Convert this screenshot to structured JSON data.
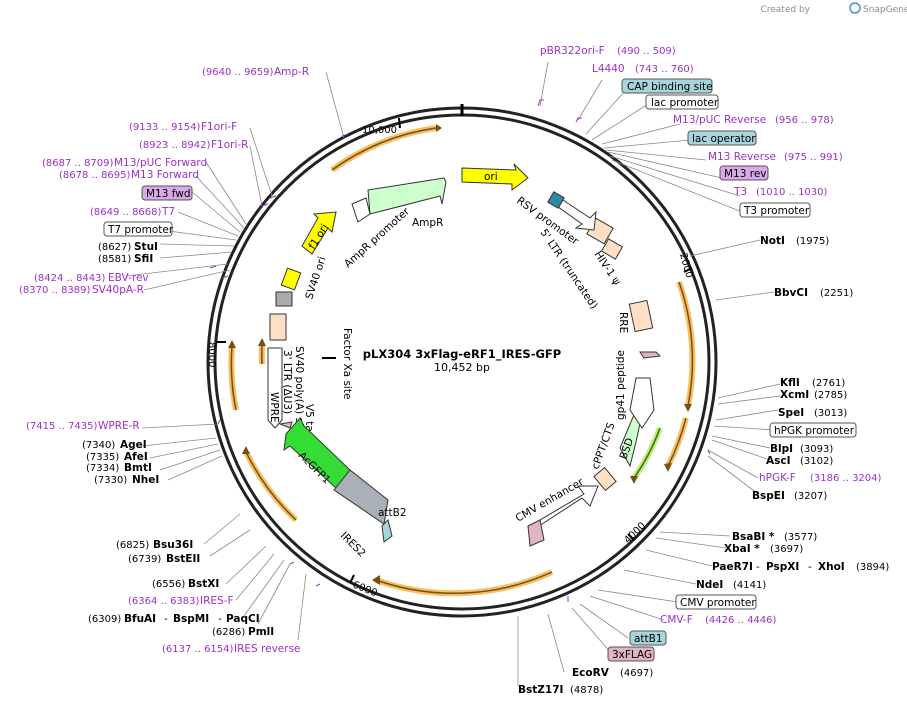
{
  "watermark": {
    "prefix": "Created by",
    "brand": "SnapGene"
  },
  "plasmid": {
    "name": "pLX304 3xFlag-eRF1_IRES-GFP",
    "length": "10,452 bp"
  },
  "ticks": [
    "10,000",
    "2000",
    "4000",
    "6000",
    "8000"
  ],
  "sites": [
    {
      "name": "NotI",
      "pos": "(1975)"
    },
    {
      "name": "BbvCI",
      "pos": "(2251)"
    },
    {
      "name": "KflI",
      "pos": "(2761)"
    },
    {
      "name": "XcmI",
      "pos": "(2785)"
    },
    {
      "name": "SpeI",
      "pos": "(3013)"
    },
    {
      "name": "BlpI",
      "pos": "(3093)"
    },
    {
      "name": "AscI",
      "pos": "(3102)"
    },
    {
      "name": "BspEI",
      "pos": "(3207)"
    },
    {
      "name": "BsaBI *",
      "pos": "(3577)"
    },
    {
      "name": "XbaI *",
      "pos": "(3697)"
    },
    {
      "name": "PaeR7I",
      "pos": ""
    },
    {
      "name": "PspXI",
      "pos": ""
    },
    {
      "name": "XhoI",
      "pos": "(3894)"
    },
    {
      "name": "NdeI",
      "pos": "(4141)"
    },
    {
      "name": "EcoRV",
      "pos": "(4697)"
    },
    {
      "name": "BstZ17I",
      "pos": "(4878)"
    },
    {
      "name": "StuI",
      "pos": "(8627)"
    },
    {
      "name": "SfiI",
      "pos": "(8581)"
    },
    {
      "name": "AgeI",
      "pos": "(7340)"
    },
    {
      "name": "AfeI",
      "pos": "(7335)"
    },
    {
      "name": "BmtI",
      "pos": "(7334)"
    },
    {
      "name": "NheI",
      "pos": "(7330)"
    },
    {
      "name": "Bsu36I",
      "pos": "(6825)"
    },
    {
      "name": "BstEII",
      "pos": "(6739)"
    },
    {
      "name": "BstXI",
      "pos": "(6556)"
    },
    {
      "name": "BfuAI",
      "pos": "(6309)"
    },
    {
      "name": "BspMI",
      "pos": ""
    },
    {
      "name": "PaqCI",
      "pos": ""
    },
    {
      "name": "PmlI",
      "pos": "(6286)"
    }
  ],
  "primers": [
    {
      "name": "pBR322ori-F",
      "pos": "(490 .. 509)"
    },
    {
      "name": "L4440",
      "pos": "(743 .. 760)"
    },
    {
      "name": "M13/pUC Reverse",
      "pos": "(956 .. 978)"
    },
    {
      "name": "M13 Reverse",
      "pos": "(975 .. 991)"
    },
    {
      "name": "T3",
      "pos": "(1010 .. 1030)"
    },
    {
      "name": "hPGK-F",
      "pos": "(3186 .. 3204)"
    },
    {
      "name": "CMV-F",
      "pos": "(4426 .. 4446)"
    },
    {
      "name": "IRES-F",
      "pos": "(6364 .. 6383)"
    },
    {
      "name": "IRES reverse",
      "pos": "(6137 .. 6154)"
    },
    {
      "name": "WPRE-R",
      "pos": "(7415 .. 7435)"
    },
    {
      "name": "Amp-R",
      "pos": "(9640 .. 9659)"
    },
    {
      "name": "F1ori-F",
      "pos": "(9133 .. 9154)"
    },
    {
      "name": "F1ori-R",
      "pos": "(8923 .. 8942)"
    },
    {
      "name": "M13/pUC Forward",
      "pos": "(8687 .. 8709)"
    },
    {
      "name": "M13 Forward",
      "pos": "(8678 .. 8695)"
    },
    {
      "name": "T7",
      "pos": "(8649 .. 8668)"
    },
    {
      "name": "EBV-rev",
      "pos": "(8424 .. 8443)"
    },
    {
      "name": "SV40pA-R",
      "pos": "(8370 .. 8389)"
    }
  ],
  "boxed_labels": [
    {
      "text": "CAP binding site",
      "color": "#a8d4dc"
    },
    {
      "text": "lac promoter",
      "color": "#ffffff"
    },
    {
      "text": "lac operator",
      "color": "#a8d4dc"
    },
    {
      "text": "M13 rev",
      "color": "#d9a8e8"
    },
    {
      "text": "T3 promoter",
      "color": "#ffffff"
    },
    {
      "text": "hPGK promoter",
      "color": "#ffffff"
    },
    {
      "text": "CMV promoter",
      "color": "#ffffff"
    },
    {
      "text": "attB1",
      "color": "#a8d4dc"
    },
    {
      "text": "3xFLAG",
      "color": "#e0b4c4"
    },
    {
      "text": "M13 fwd",
      "color": "#d9a8e8"
    },
    {
      "text": "T7 promoter",
      "color": "#ffffff"
    }
  ],
  "features": [
    {
      "name": "ori",
      "color": "#ffff00"
    },
    {
      "name": "AmpR",
      "color": "#ccffcc"
    },
    {
      "name": "AmpR promoter",
      "color": "#ffffff"
    },
    {
      "name": "f1 ori",
      "color": "#ffff00"
    },
    {
      "name": "SV40 ori",
      "color": "#ffff00"
    },
    {
      "name": "RSV promoter",
      "color": "#ffffff"
    },
    {
      "name": "5' LTR (truncated)",
      "color": "#fde0c4"
    },
    {
      "name": "HIV-1 ψ",
      "color": "#fde0c4"
    },
    {
      "name": "RRE",
      "color": "#fde0c4"
    },
    {
      "name": "gp41 peptide",
      "color": "#ffffff"
    },
    {
      "name": "BSD",
      "color": "#ccffcc"
    },
    {
      "name": "cPPT/CTS",
      "color": "#fde0c4"
    },
    {
      "name": "CMV enhancer",
      "color": "#ffffff"
    },
    {
      "name": "attB2",
      "color": "#a8d4dc"
    },
    {
      "name": "IRES2",
      "color": "#aab0b8"
    },
    {
      "name": "AcGFP1",
      "color": "#33dd33"
    },
    {
      "name": "V5 tag",
      "color": "#e0b4c4"
    },
    {
      "name": "WPRE",
      "color": "#ffffff"
    },
    {
      "name": "SV40 poly(A) signal",
      "color": "#aaaaaa"
    },
    {
      "name": "3' LTR (ΔU3)",
      "color": "#fde0c4"
    },
    {
      "name": "Factor Xa site",
      "color": "#000000"
    }
  ]
}
